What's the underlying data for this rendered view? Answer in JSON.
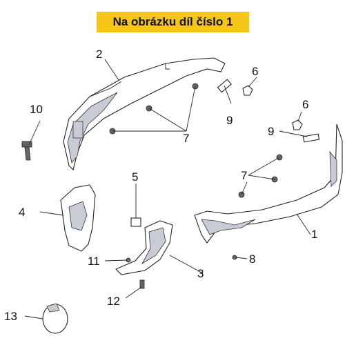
{
  "banner": {
    "text": "Na obrázku díl číslo 1",
    "color": "#f5c518"
  },
  "callouts": {
    "c1": "1",
    "c2": "2",
    "c3": "3",
    "c4": "4",
    "c5": "5",
    "c6a": "6",
    "c6b": "6",
    "c7a": "7",
    "c7b": "7",
    "c8": "8",
    "c9a": "9",
    "c9b": "9",
    "c10": "10",
    "c11": "11",
    "c12": "12",
    "c13": "13"
  }
}
